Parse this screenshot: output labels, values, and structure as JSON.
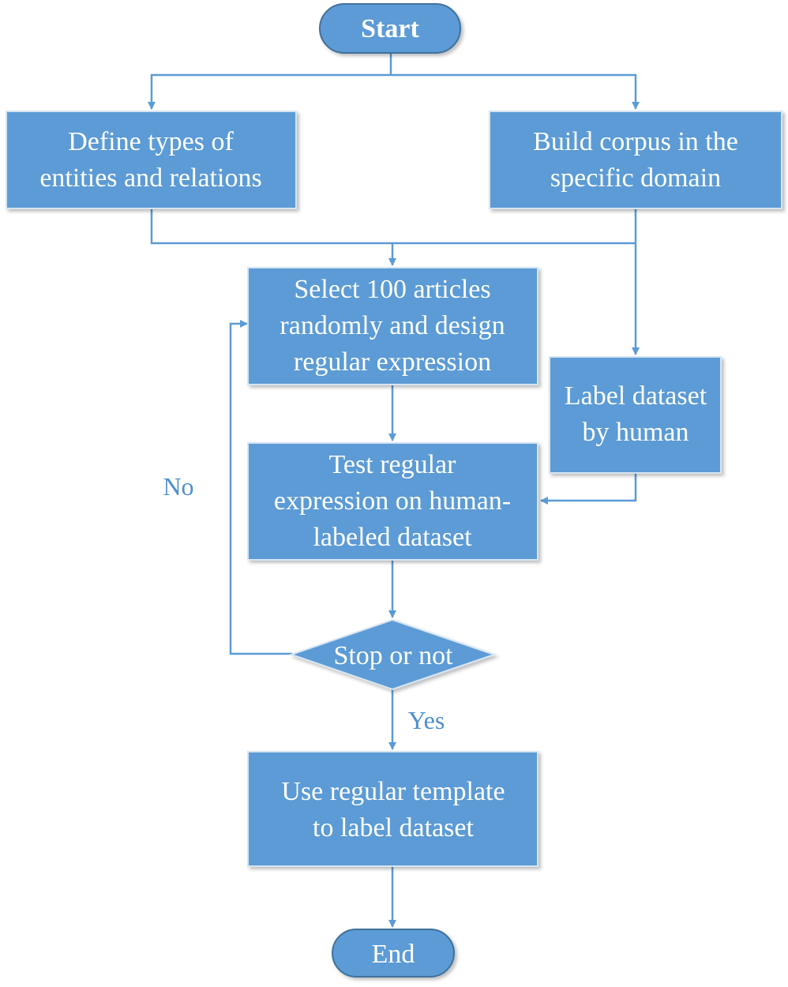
{
  "nodes": {
    "start": {
      "lines": [
        "Start"
      ]
    },
    "define_types": {
      "lines": [
        "Define types of",
        "entities and relations"
      ]
    },
    "build_corpus": {
      "lines": [
        "Build corpus in the",
        "specific domain"
      ]
    },
    "select_articles": {
      "lines": [
        "Select 100 articles",
        "randomly and design",
        "regular expression"
      ]
    },
    "label_dataset": {
      "lines": [
        "Label dataset",
        "by human"
      ]
    },
    "test_regex": {
      "lines": [
        "Test regular",
        "expression on human-",
        "labeled dataset"
      ]
    },
    "stop_decision": {
      "lines": [
        "Stop or not"
      ]
    },
    "use_template": {
      "lines": [
        "Use regular template",
        "to label dataset"
      ]
    },
    "end": {
      "lines": [
        "End"
      ]
    }
  },
  "edge_labels": {
    "no": "No",
    "yes": "Yes"
  },
  "colors": {
    "node_fill": "#5b9bd5",
    "connector": "#5b9bd5",
    "edge_label": "#4f8fcc",
    "node_text": "#ffffff"
  }
}
